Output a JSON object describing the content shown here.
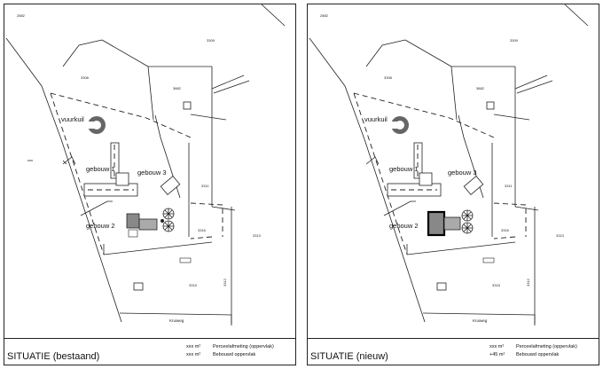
{
  "panels": [
    {
      "title": "SITUATIE (bestaand)",
      "legend": [
        {
          "value": "xxx m²",
          "label": "Perceelafmeting (oppervlak)"
        },
        {
          "value": "xxx m²",
          "label": "Bebouwd oppervlak"
        }
      ]
    },
    {
      "title": "SITUATIE (nieuw)",
      "legend": [
        {
          "value": "xxx m²",
          "label": "Perceelafmeting (oppervlak)"
        },
        {
          "value": "+45 m²",
          "label": "Bebouwd oppervlak"
        }
      ]
    }
  ],
  "map": {
    "vuurkuil": "vuurkuil",
    "gebouw1": "gebouw 1",
    "gebouw2": "gebouw 2",
    "gebouw3": "gebouw 3",
    "road": "Kruiweg",
    "parcels": [
      "2882",
      "3309",
      "3308",
      "3882",
      "3311",
      "3316",
      "3313",
      "3315",
      "3312"
    ]
  }
}
